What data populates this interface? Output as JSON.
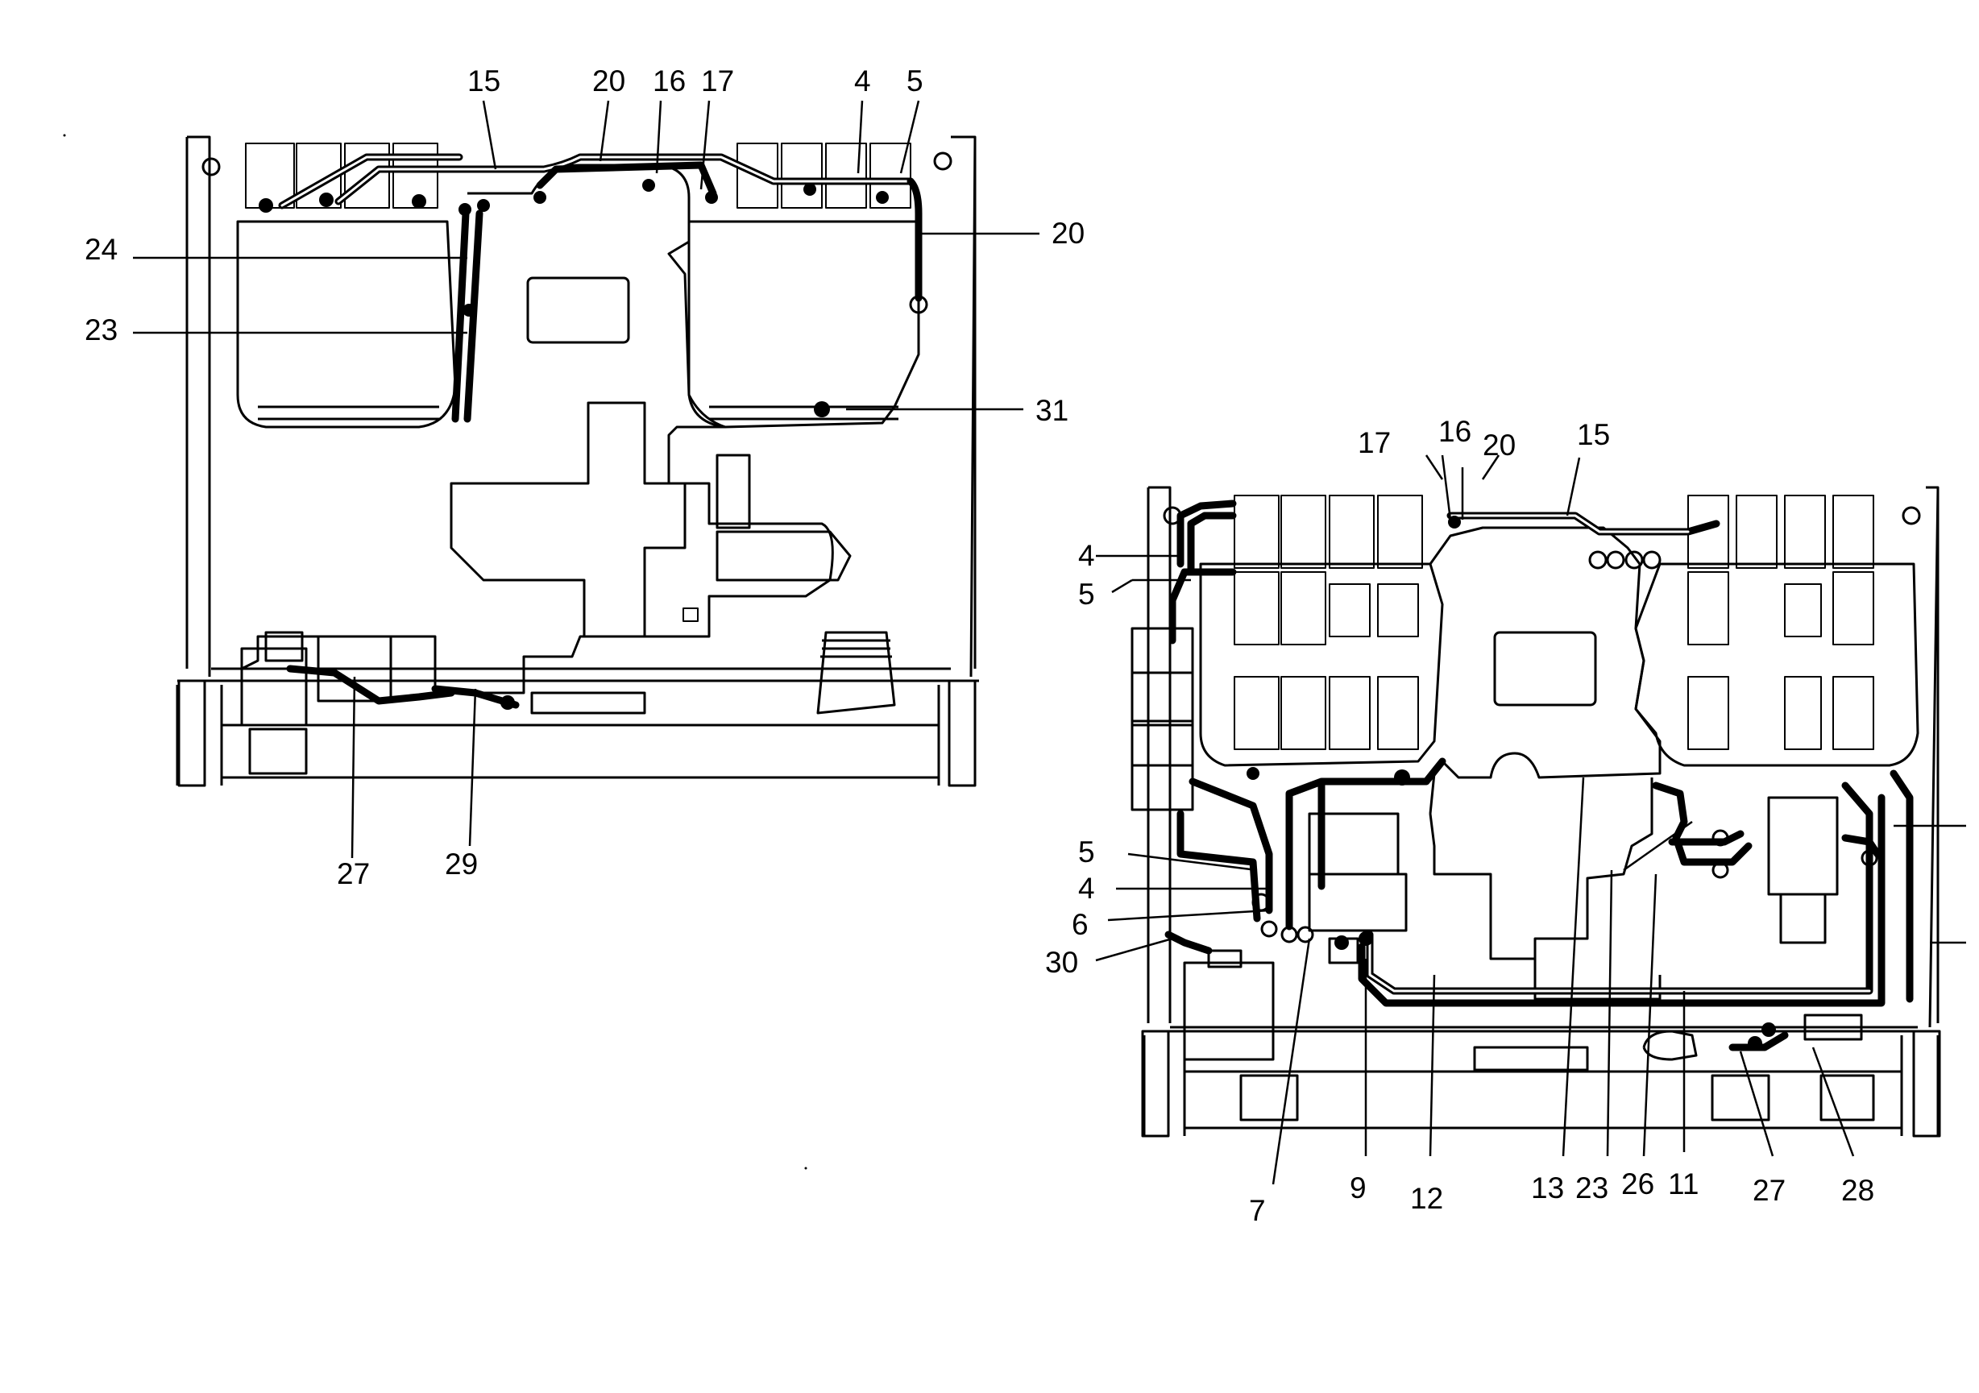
{
  "left_view": {
    "callouts": [
      "15",
      "20",
      "16",
      "17",
      "4",
      "5",
      "20",
      "24",
      "23",
      "31",
      "27",
      "29"
    ]
  },
  "right_view": {
    "callouts": [
      "17",
      "16",
      "20",
      "15",
      "4",
      "5",
      "5",
      "4",
      "6",
      "30",
      "7",
      "9",
      "12",
      "13",
      "23",
      "26",
      "11",
      "27",
      "28"
    ]
  }
}
